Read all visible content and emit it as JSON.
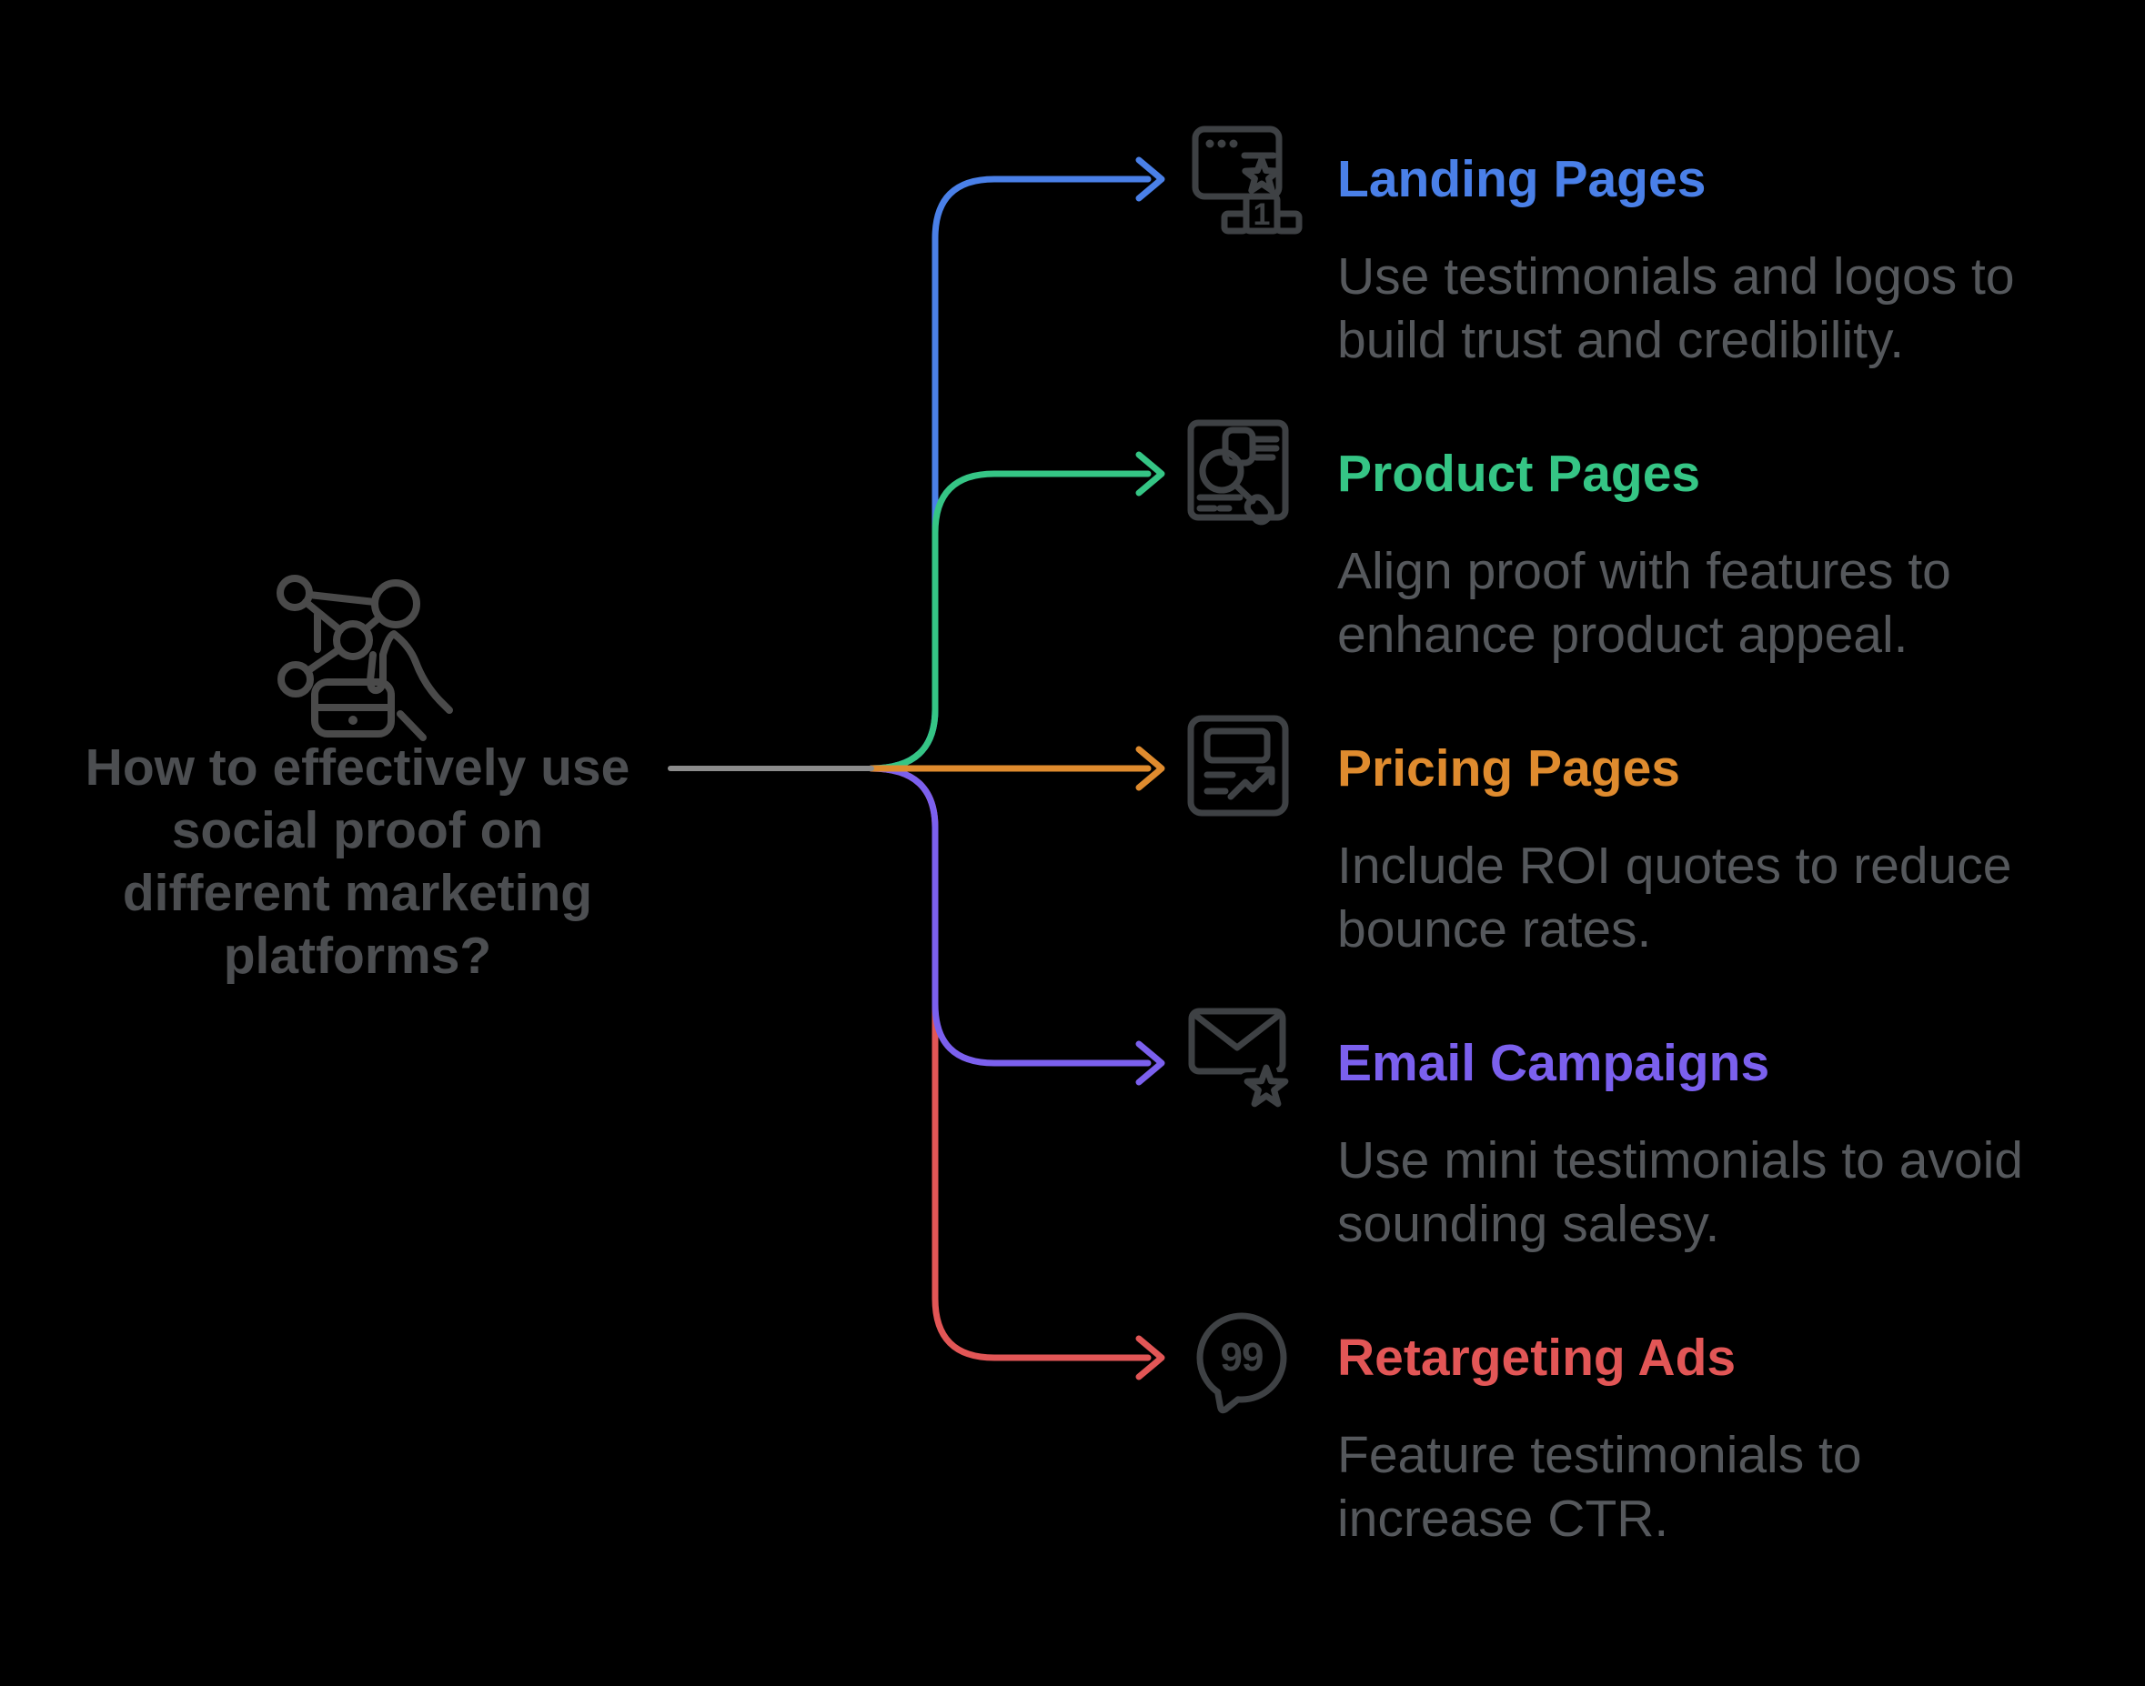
{
  "canvas": {
    "background": "#000000"
  },
  "center": {
    "icon": "phone-social-network-in-hand",
    "lines": [
      "How to effectively use",
      "social proof on",
      "different marketing",
      "platforms?"
    ],
    "question": "How to effectively use social proof on different marketing platforms?",
    "text_color": "#4c4e51"
  },
  "palette": {
    "trunk": "#8c8c8c",
    "center_icon": "#4a4a4a",
    "row_icon": "#3e4144",
    "description": "#55585c",
    "erase": "#000000"
  },
  "branches": [
    {
      "label": "Landing Pages",
      "description": "Use testimonials and logos to build trust and credibility.",
      "color": "#4a80e8",
      "icon": "browser-ranking-first-place-icon",
      "badge": "1"
    },
    {
      "label": "Product Pages",
      "description": "Align proof with features to enhance product appeal.",
      "color": "#35c585",
      "icon": "product-page-magnifier-icon"
    },
    {
      "label": "Pricing Pages",
      "description": "Include ROI quotes to reduce bounce rates.",
      "color": "#df8b2e",
      "icon": "pricing-card-trend-icon"
    },
    {
      "label": "Email Campaigns",
      "description": "Use mini testimonials to avoid sounding salesy.",
      "color": "#7b60ee",
      "icon": "envelope-star-icon"
    },
    {
      "label": "Retargeting Ads",
      "description": "Feature testimonials to increase CTR.",
      "color": "#e25656",
      "icon": "quote-bubble-icon",
      "quote_glyphs": "99"
    }
  ]
}
